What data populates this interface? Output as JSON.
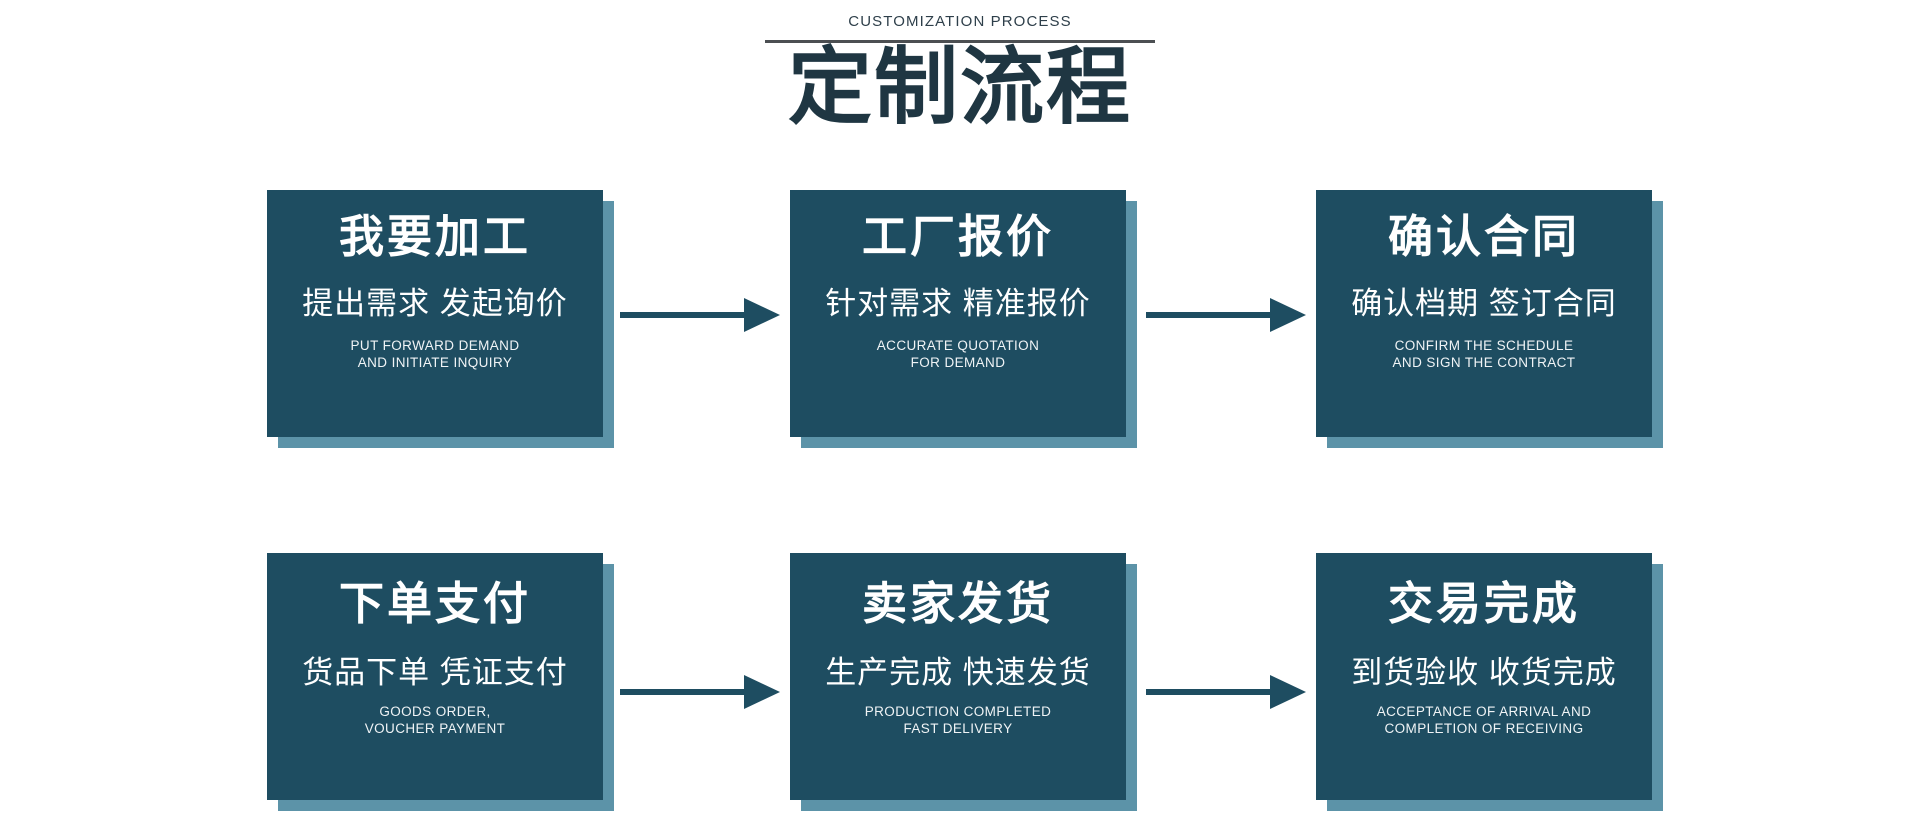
{
  "header": {
    "eyebrow": "CUSTOMIZATION PROCESS",
    "title": "定制流程"
  },
  "colors": {
    "card_bg": "#1e4d61",
    "card_shadow": "#5c93a8",
    "title_text": "#1f3642",
    "eyebrow_text": "#2e3f4a",
    "rule": "#4c4f52",
    "arrow": "#1e4d61",
    "page_bg": "#ffffff"
  },
  "flow": {
    "rows": [
      {
        "steps": [
          {
            "title": "我要加工",
            "subtitle": "提出需求  发起询价",
            "english": "PUT FORWARD DEMAND\nAND INITIATE INQUIRY"
          },
          {
            "title": "工厂报价",
            "subtitle": "针对需求  精准报价",
            "english": "ACCURATE QUOTATION\nFOR DEMAND"
          },
          {
            "title": "确认合同",
            "subtitle": "确认档期  签订合同",
            "english": "CONFIRM THE SCHEDULE\nAND SIGN THE CONTRACT"
          }
        ]
      },
      {
        "steps": [
          {
            "title": "下单支付",
            "subtitle": "货品下单  凭证支付",
            "english": "GOODS ORDER,\nVOUCHER PAYMENT"
          },
          {
            "title": "卖家发货",
            "subtitle": "生产完成  快速发货",
            "english": "PRODUCTION COMPLETED\nFAST DELIVERY"
          },
          {
            "title": "交易完成",
            "subtitle": "到货验收  收货完成",
            "english": "ACCEPTANCE OF ARRIVAL AND\nCOMPLETION OF RECEIVING"
          }
        ]
      }
    ]
  }
}
